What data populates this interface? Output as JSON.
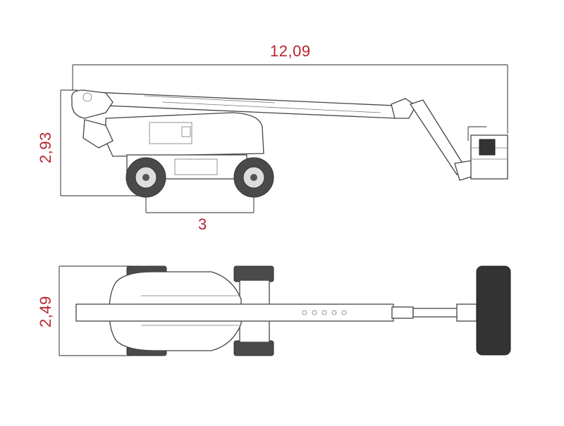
{
  "dimensions": {
    "overall_length": "12,09",
    "stowed_height": "2,93",
    "wheelbase": "3",
    "overall_width": "2,49"
  },
  "colors": {
    "dimension_text": "#b9232f",
    "line": "#555555",
    "tyre": "#4a4a4a"
  }
}
